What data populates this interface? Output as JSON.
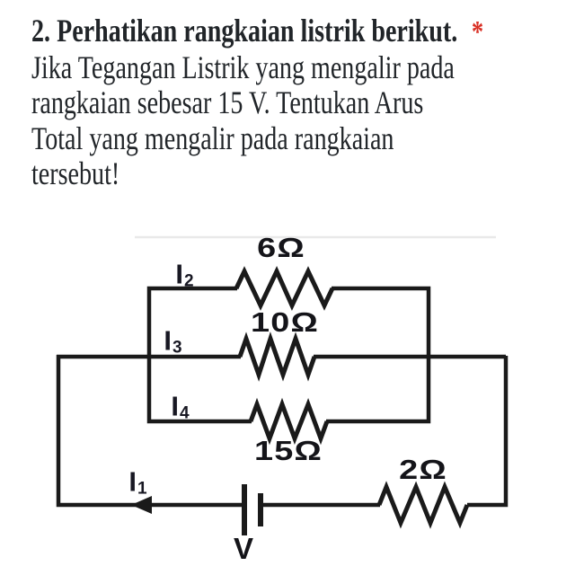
{
  "colors": {
    "text": "#212529",
    "required": "#d93025",
    "diagram": "#1a1a1a"
  },
  "question": {
    "title": "2. Perhatikan rangkaian listrik berikut.",
    "required_marker": "*",
    "lines": [
      "Jika Tegangan Listrik yang mengalir pada",
      "rangkaian sebesar 15 V. Tentukan Arus",
      "Total yang mengalir pada rangkaian",
      "tersebut!"
    ]
  },
  "circuit": {
    "resistors": [
      {
        "id": "r-6ohm",
        "value": "6Ω"
      },
      {
        "id": "r-10ohm",
        "value": "10Ω"
      },
      {
        "id": "r-15ohm",
        "value": "15Ω"
      },
      {
        "id": "r-2ohm",
        "value": "2Ω"
      }
    ],
    "currents": [
      {
        "id": "i1",
        "base": "I",
        "sub": "1"
      },
      {
        "id": "i2",
        "base": "I",
        "sub": "2"
      },
      {
        "id": "i3",
        "base": "I",
        "sub": "3"
      },
      {
        "id": "i4",
        "base": "I",
        "sub": "4"
      }
    ],
    "battery_label": "V"
  }
}
